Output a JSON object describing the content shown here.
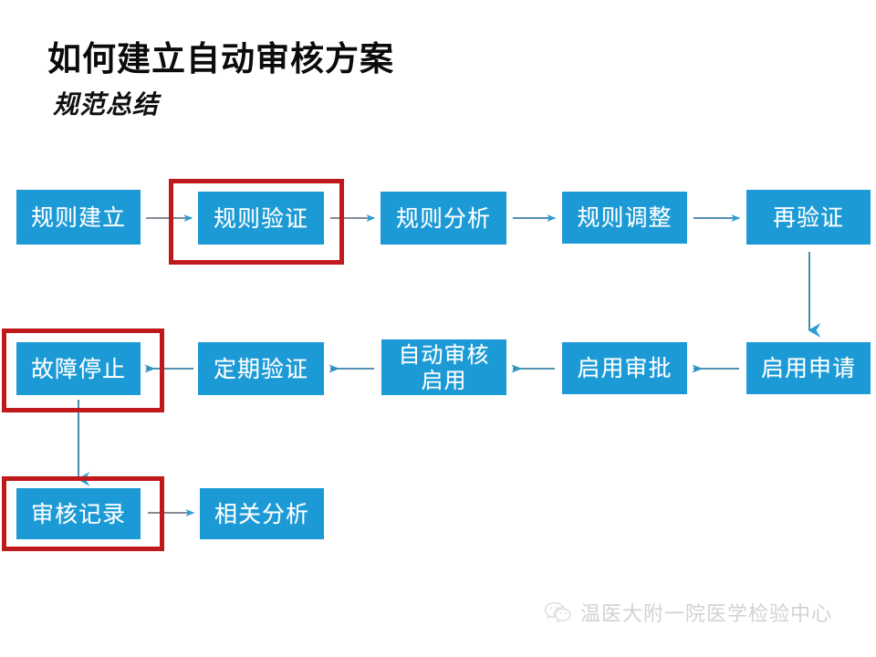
{
  "slide": {
    "title": "如何建立自动审核方案",
    "subtitle": "规范总结",
    "background_color": "#ffffff"
  },
  "colors": {
    "node_fill": "#1c9ad6",
    "node_text": "#ffffff",
    "highlight_border": "#c0191b",
    "connector": "#3d7ea6",
    "arrow_head": "#2a9fd6",
    "watermark_text": "#d2d2d2"
  },
  "flow": {
    "rows": [
      {
        "id": "row-1",
        "direction": "left-to-right",
        "nodes": [
          {
            "id": "node-rule-create",
            "label": "规则建立",
            "highlighted": false
          },
          {
            "id": "node-rule-verify",
            "label": "规则验证",
            "highlighted": true
          },
          {
            "id": "node-rule-analyze",
            "label": "规则分析",
            "highlighted": false
          },
          {
            "id": "node-rule-adjust",
            "label": "规则调整",
            "highlighted": false
          },
          {
            "id": "node-reverify",
            "label": "再验证",
            "highlighted": false
          }
        ]
      },
      {
        "id": "row-2",
        "direction": "right-to-left",
        "nodes": [
          {
            "id": "node-fault-stop",
            "label": "故障停止",
            "highlighted": true
          },
          {
            "id": "node-periodic-verify",
            "label": "定期验证",
            "highlighted": false
          },
          {
            "id": "node-auto-audit-enable",
            "label": "自动审核启用",
            "label_line1": "自动审核",
            "label_line2": "启用",
            "highlighted": false
          },
          {
            "id": "node-enable-approval",
            "label": "启用审批",
            "highlighted": false
          },
          {
            "id": "node-enable-request",
            "label": "启用申请",
            "highlighted": false
          }
        ]
      },
      {
        "id": "row-3",
        "direction": "left-to-right",
        "nodes": [
          {
            "id": "node-audit-record",
            "label": "审核记录",
            "highlighted": true
          },
          {
            "id": "node-related-analysis",
            "label": "相关分析",
            "highlighted": false
          }
        ]
      }
    ],
    "connector_notes": {
      "row1_to_row2": "再验证 向下 启用申请",
      "row2_to_row3": "故障停止 向下 审核记录"
    }
  },
  "watermark": {
    "icon": "wechat-icon",
    "text": "温医大附一院医学检验中心"
  }
}
